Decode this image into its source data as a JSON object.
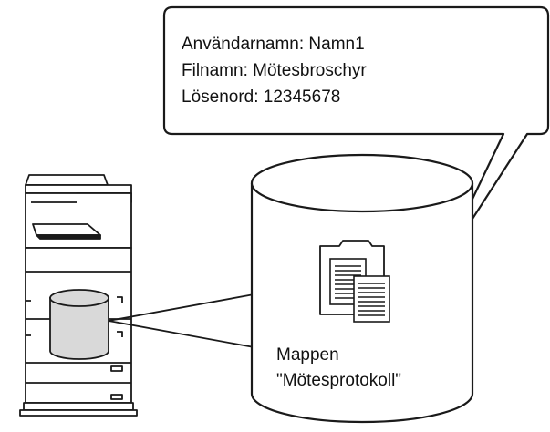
{
  "callout": {
    "lines": [
      "Användarnamn: Namn1",
      "Filnamn: Mötesbroschyr",
      "Lösenord: 12345678"
    ]
  },
  "folder": {
    "label_line1": "Mappen",
    "label_line2": "\"Mötesprotokoll\""
  },
  "colors": {
    "outline": "#1a1a1a",
    "storage_fill": "#d9d9d9",
    "background": "#ffffff"
  },
  "icons": {
    "printer": "multifunction-printer-icon",
    "storage": "storage-cylinder-icon",
    "folder": "folder-icon",
    "documents": "documents-icon"
  }
}
